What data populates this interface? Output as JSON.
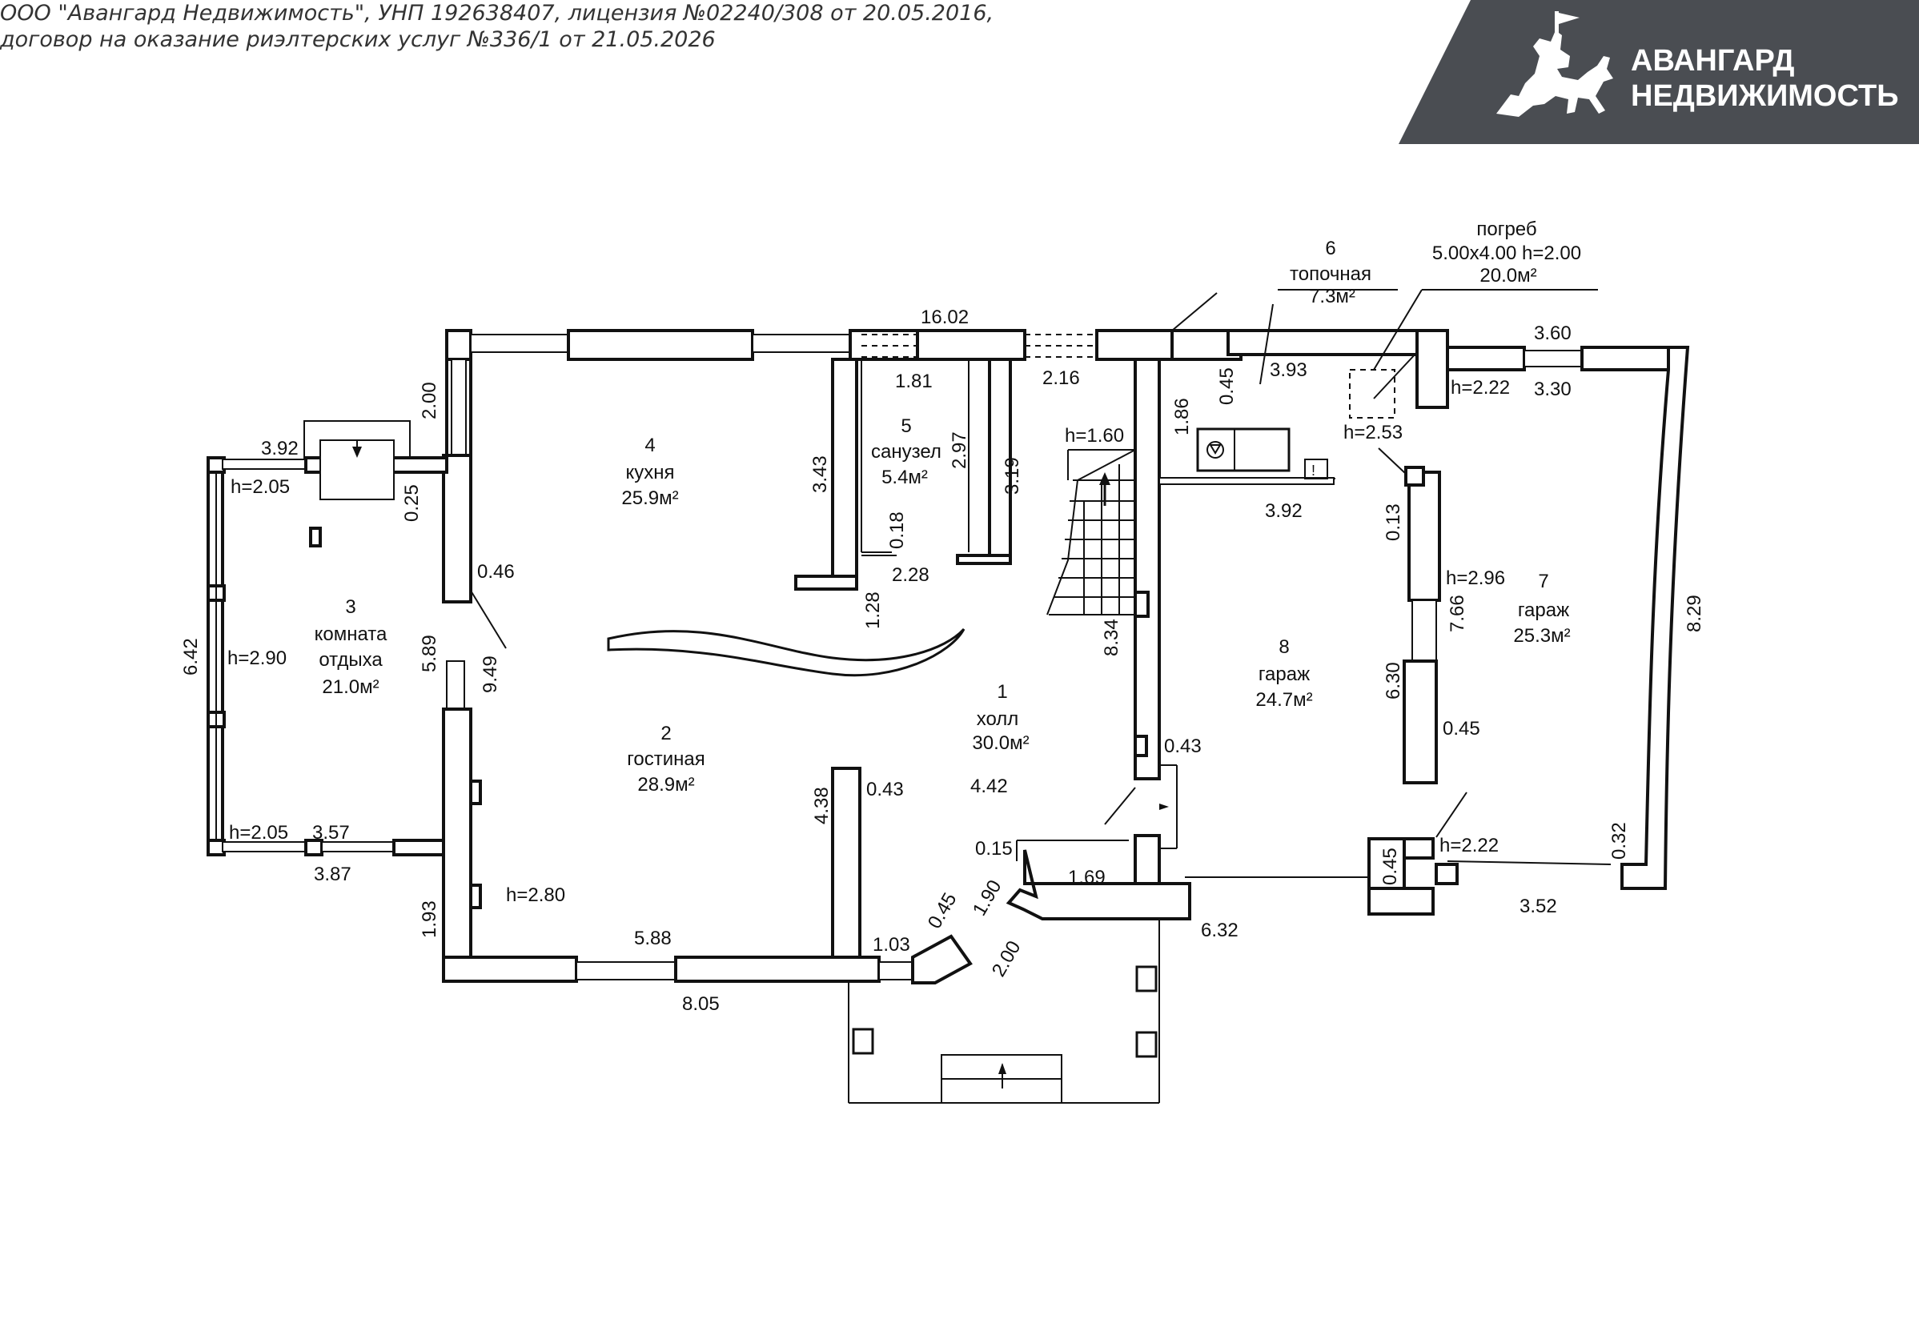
{
  "header": {
    "line1": "ООО \"Авангард Недвижимость\", УНП 192638407, лицензия №02240/308 от 20.05.2016,",
    "line2": "договор на оказание риэлтерских услуг №336/1 от 21.05.2026"
  },
  "logo": {
    "line1": "АВАНГАРД",
    "line2": "НЕДВИЖИМОСТЬ",
    "bg_color": "#4a4d52",
    "text_color": "#ffffff"
  },
  "rooms": {
    "r1": {
      "num": "1",
      "name": "холл",
      "area": "30.0м²"
    },
    "r2": {
      "num": "2",
      "name": "гостиная",
      "area": "28.9м²"
    },
    "r3": {
      "num": "3",
      "name1": "комната",
      "name2": "отдыха",
      "area": "21.0м²"
    },
    "r4": {
      "num": "4",
      "name": "кухня",
      "area": "25.9м²"
    },
    "r5": {
      "num": "5",
      "name": "санузел",
      "area": "5.4м²"
    },
    "r6": {
      "num": "6",
      "name": "топочная",
      "area": "7.3м²"
    },
    "r7": {
      "num": "7",
      "name": "гараж",
      "area": "25.3м²"
    },
    "r8": {
      "num": "8",
      "name": "гараж",
      "area": "24.7м²"
    },
    "cellar": {
      "name": "погреб",
      "dims": "5.00x4.00 h=2.00",
      "area": "20.0м²"
    }
  },
  "dims": {
    "d16_02": "16.02",
    "d1_81": "1.81",
    "d2_16": "2.16",
    "d1_86": "1.86",
    "d2_00a": "2.00",
    "d3_92a": "3.92",
    "d0_25": "0.25",
    "d0_46": "0.46",
    "d9_49": "9.49",
    "d5_89": "5.89",
    "d6_42": "6.42",
    "d3_57": "3.57",
    "d3_87": "3.87",
    "d1_93": "1.93",
    "d5_88": "5.88",
    "d8_05": "8.05",
    "d1_03": "1.03",
    "d0_45a": "0.45",
    "d1_90": "1.90",
    "d2_00b": "2.00",
    "d4_38": "4.38",
    "d0_43a": "0.43",
    "d4_42": "4.42",
    "d1_28": "1.28",
    "d3_43": "3.43",
    "d2_97": "2.97",
    "d0_18": "0.18",
    "d2_28": "2.28",
    "d3_19": "3.19",
    "d8_34": "8.34",
    "d0_43b": "0.43",
    "d0_15": "0.15",
    "d1_69": "1.69",
    "d6_32": "6.32",
    "d0_45b": "0.45",
    "d3_93": "3.93",
    "d3_92b": "3.92",
    "d0_13": "0.13",
    "d7_66": "7.66",
    "d6_30": "6.30",
    "d0_45c": "0.45",
    "d0_45d": "0.45",
    "d3_52": "3.52",
    "d3_60": "3.60",
    "d3_30": "3.30",
    "d8_29": "8.29",
    "d0_32": "0.32"
  },
  "heights": {
    "h2_05a": "h=2.05",
    "h2_90": "h=2.90",
    "h2_05b": "h=2.05",
    "h2_80": "h=2.80",
    "h1_60": "h=1.60",
    "h2_53": "h=2.53",
    "h2_22a": "h=2.22",
    "h2_96": "h=2.96",
    "h2_22b": "h=2.22"
  },
  "colors": {
    "line": "#111111",
    "background": "#ffffff"
  }
}
